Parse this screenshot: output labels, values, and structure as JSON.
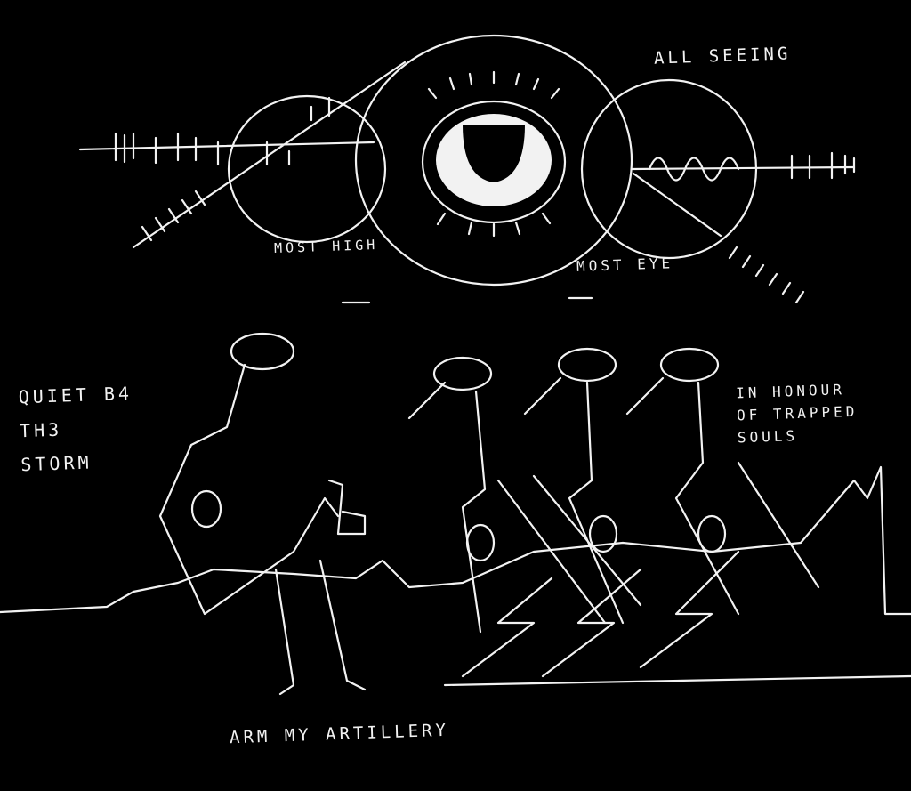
{
  "artwork": {
    "labels": {
      "all_seeing": "ALL SEEING",
      "most_high": "MOST HIGH",
      "most_eye": "MOST EYE",
      "quiet": "QUIET B4\nTH3\nSTORM",
      "honour": "IN HONOUR\nOF TRAPPED\nSOULS",
      "arm": "ARM MY ARTILLERY"
    },
    "colors": {
      "background": "#000000",
      "ink": "#f2f2f2"
    }
  }
}
